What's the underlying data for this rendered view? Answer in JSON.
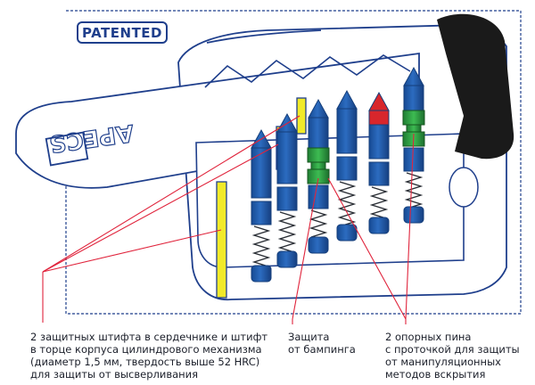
{
  "badge": {
    "label": "PATENTED"
  },
  "key": {
    "brand": "APECS"
  },
  "colors": {
    "frame": "#1f3f8c",
    "pin_blue": "#1f57a6",
    "pin_dark": "#153e7a",
    "pin_red": "#d8262c",
    "pin_green": "#2f9b42",
    "pin_yellow": "#f1ea29",
    "callout_line": "#e0243c",
    "cam": "#1a1a1a"
  },
  "callouts": {
    "left": {
      "lines": [
        "2 защитных штифта в сердечнике и штифт",
        "в торце корпуса цилиндрового механизма",
        "(диаметр 1,5 мм, твердость выше 52 HRC)",
        "для защиты от высверливания"
      ]
    },
    "middle": {
      "lines": [
        "Защита",
        "от бампинга"
      ]
    },
    "right": {
      "lines": [
        "2 опорных пина",
        "с проточкой для защиты",
        "от манипуляционных",
        "методов вскрытия"
      ]
    }
  }
}
